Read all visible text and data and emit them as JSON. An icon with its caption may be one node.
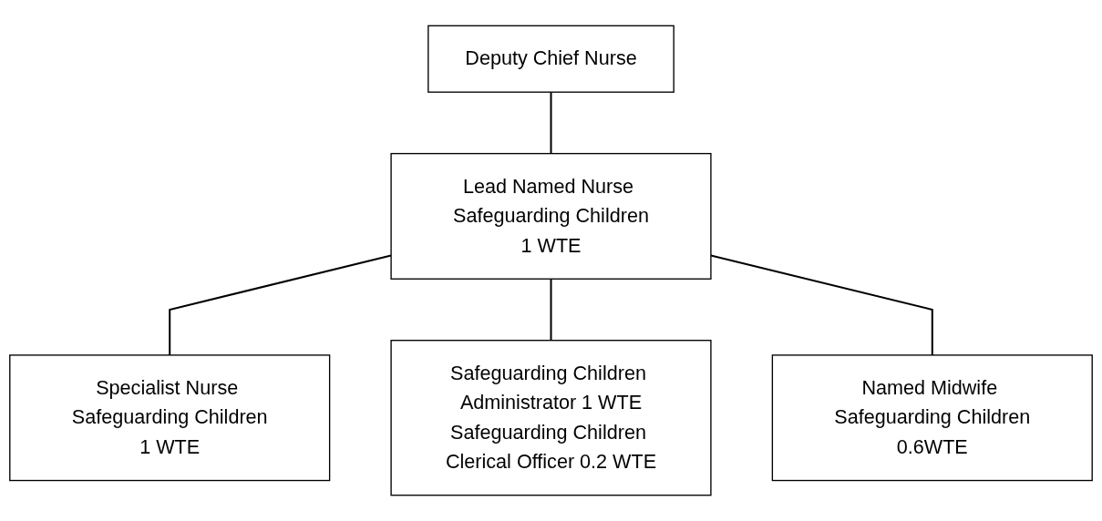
{
  "diagram": {
    "nodes": [
      {
        "text": [
          "Deputy Chief Nurse"
        ]
      },
      {
        "text": [
          "Lead Named Nurse Safeguarding Children",
          "1 WTE"
        ]
      },
      {
        "text": [
          "Specialist Nurse Safeguarding Children",
          "1 WTE"
        ]
      },
      {
        "text": [
          "Named Midwife Safeguarding Children",
          "0.6WTE"
        ]
      },
      {
        "text": [
          "Safeguarding Children Administrator 1 WTE",
          "Safeguarding Children Clerical Officer 0.2 WTE"
        ]
      }
    ],
    "edges": [
      {
        "from": 0,
        "to": 1,
        "arrow": "none"
      },
      {
        "from": 1,
        "to": 2,
        "arrow": "none"
      },
      {
        "from": 1,
        "to": 4,
        "arrow": "none"
      },
      {
        "from": 1,
        "to": 3,
        "arrow": "none"
      }
    ]
  }
}
